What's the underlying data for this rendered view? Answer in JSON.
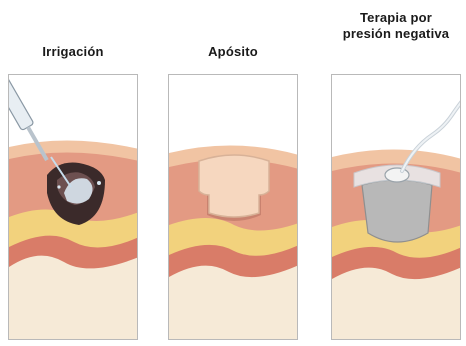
{
  "panels": [
    {
      "label": "Irrigación"
    },
    {
      "label": "Apósito"
    },
    {
      "label_lines": [
        "Terapia por",
        "presión negativa"
      ]
    }
  ],
  "colors": {
    "epidermis": "#f1c4a3",
    "dermis": "#e39a83",
    "fat": "#f2d27d",
    "muscle": "#d97c68",
    "bone": "#f6ead7",
    "wound": "#3b2a2a",
    "dressing": "#f6d7bf",
    "vac_sponge": "#b8b8b8"
  }
}
